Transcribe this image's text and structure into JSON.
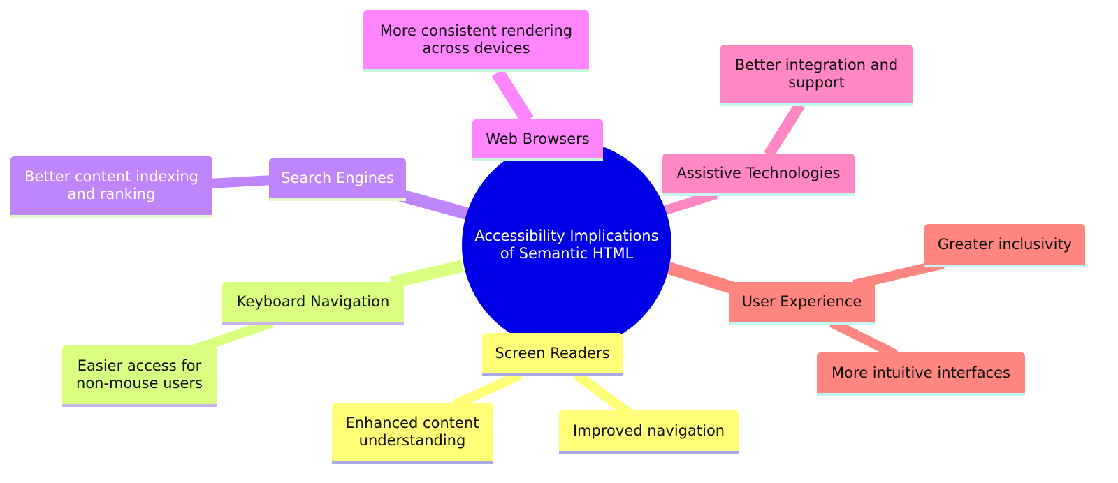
{
  "diagram": {
    "root": {
      "label": "Accessibility Implications of Semantic HTML"
    },
    "branches": {
      "web_browsers": {
        "label": "Web Browsers",
        "children": [
          "More consistent rendering across devices"
        ],
        "color": "#ff85ff"
      },
      "assistive_technologies": {
        "label": "Assistive Technologies",
        "children": [
          "Better integration and support"
        ],
        "color": "#ff88c4"
      },
      "search_engines": {
        "label": "Search Engines",
        "children": [
          "Better content indexing and ranking"
        ],
        "color": "#bf85fa"
      },
      "keyboard_navigation": {
        "label": "Keyboard Navigation",
        "children": [
          "Easier access for non-mouse users"
        ],
        "color": "#d9ff80"
      },
      "screen_readers": {
        "label": "Screen Readers",
        "children": [
          "Enhanced content understanding",
          "Improved navigation"
        ],
        "color": "#ffff78"
      },
      "user_experience": {
        "label": "User Experience",
        "children": [
          "Greater inclusivity",
          "More intuitive interfaces"
        ],
        "color": "#ff8680"
      }
    },
    "root_color": "#0000e6"
  }
}
